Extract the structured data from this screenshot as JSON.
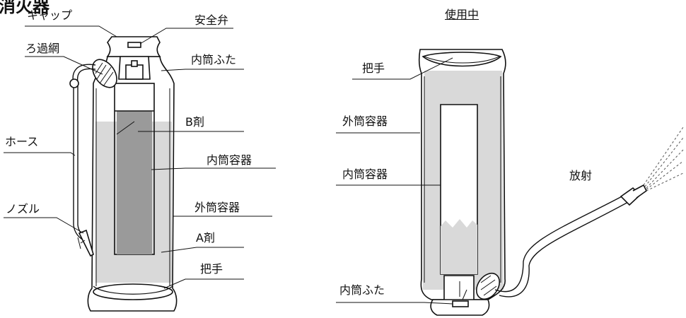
{
  "title": "消火器",
  "left_diagram": {
    "labels": {
      "cap": "キャップ",
      "safety_valve": "安全弁",
      "filter_net": "ろ過網",
      "inner_lid": "内筒ふた",
      "hose": "ホース",
      "b_agent": "B剤",
      "inner_container": "内筒容器",
      "outer_container": "外筒容器",
      "nozzle": "ノズル",
      "a_agent": "A剤",
      "handle": "把手"
    }
  },
  "right_diagram": {
    "heading": "使用中",
    "labels": {
      "handle": "把手",
      "outer_container": "外筒容器",
      "inner_container": "内筒容器",
      "discharge": "放射",
      "inner_lid": "内筒ふた"
    }
  },
  "colors": {
    "liquid": "#d9d9d9",
    "b_agent": "#9a9a9a",
    "line": "#111111",
    "background": "#ffffff"
  }
}
